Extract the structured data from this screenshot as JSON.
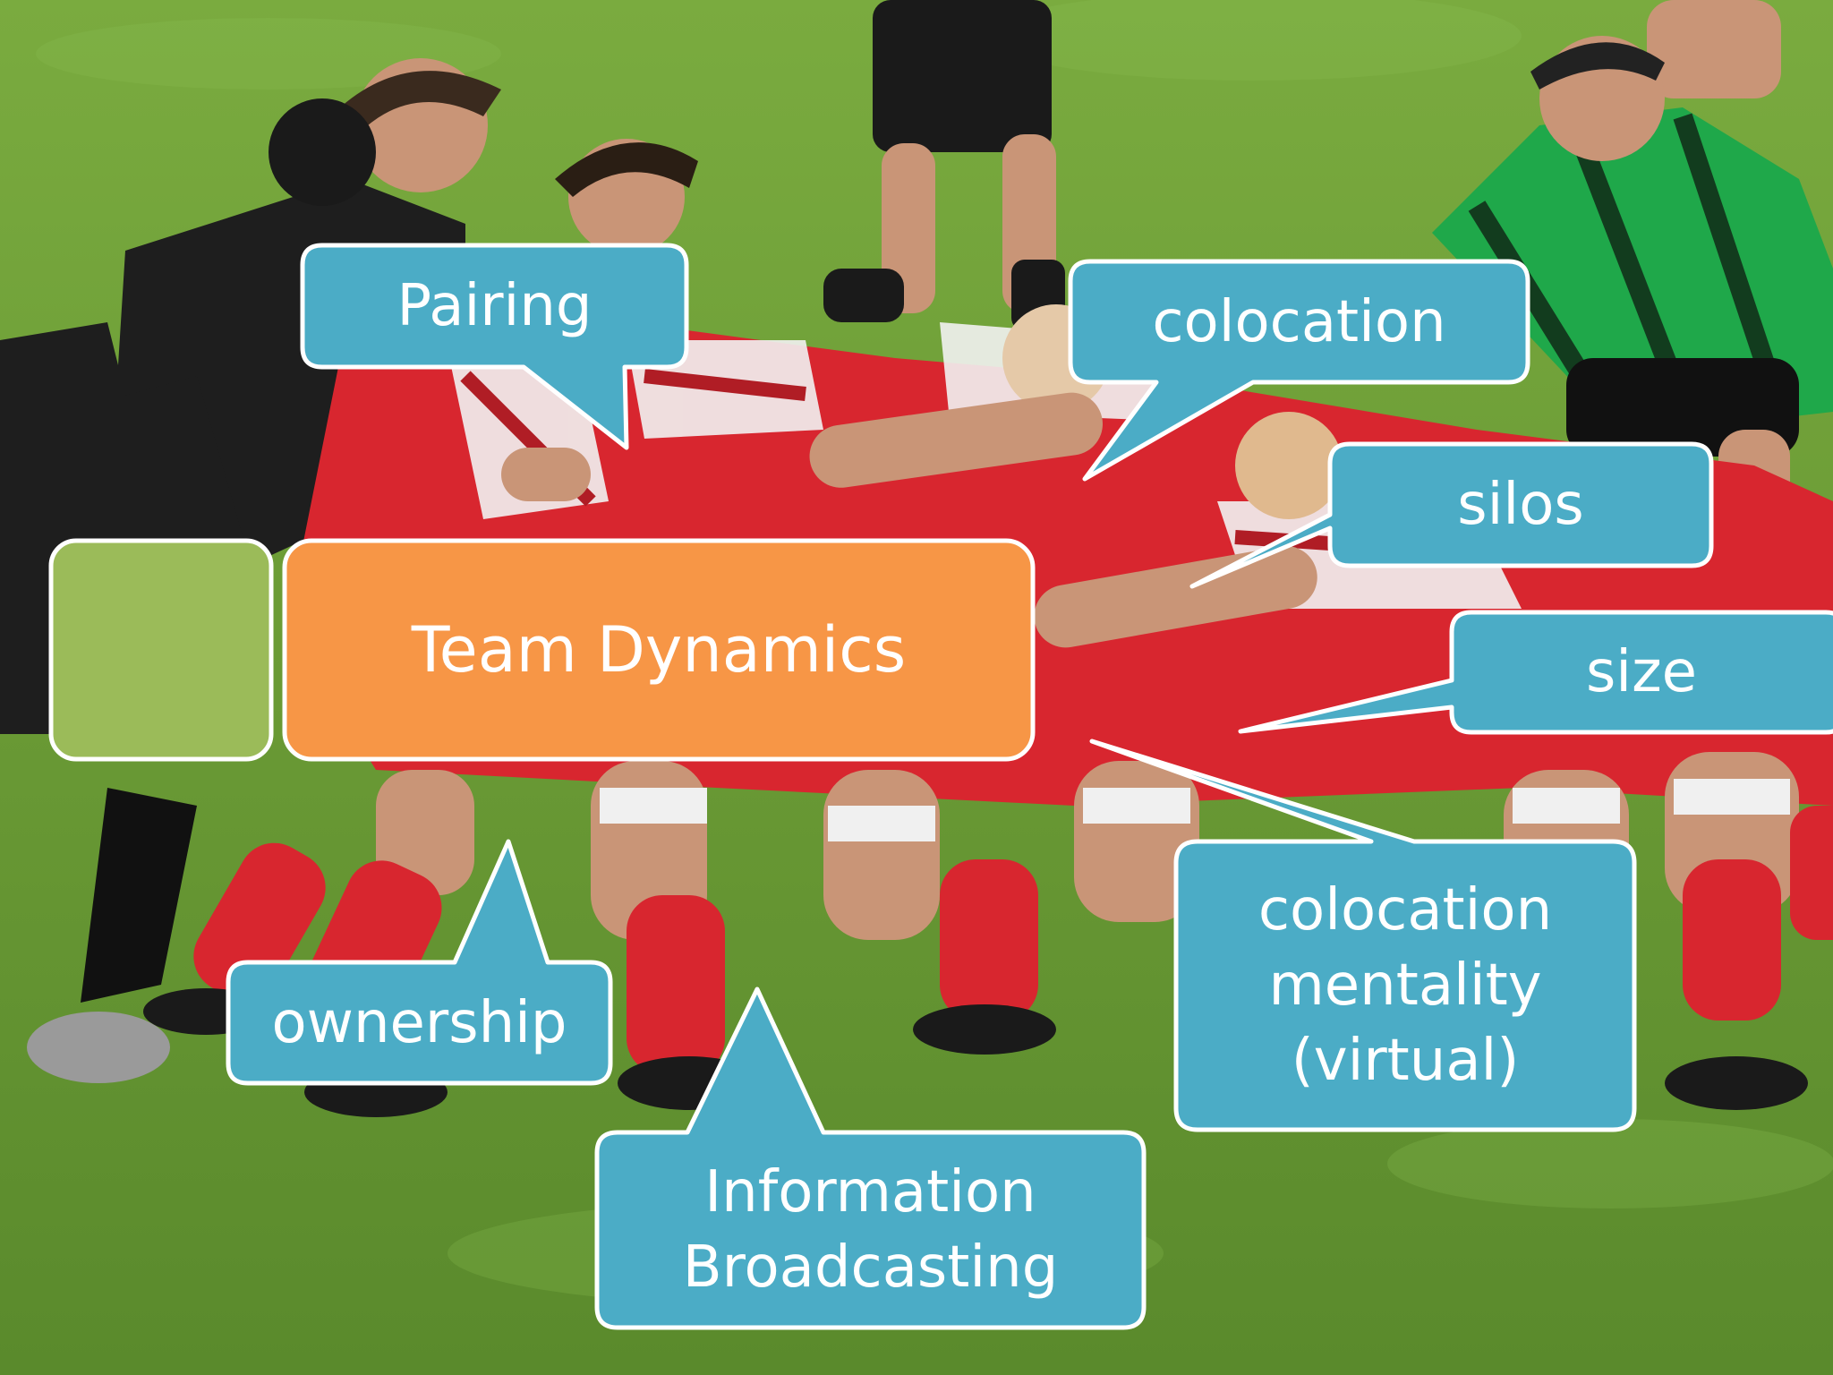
{
  "slide": {
    "title": "Team Dynamics",
    "callouts": {
      "pairing": "Pairing",
      "colocation": "colocation",
      "silos": "silos",
      "size": "size",
      "colocation_mentality": "colocation\nmentality\n(virtual)",
      "ownership": "ownership",
      "information_broadcasting": "Information\nBroadcasting"
    }
  },
  "colors": {
    "callout_fill": "#4BACC6",
    "title_fill": "#F79646",
    "accent_square": "#9BBB59",
    "field_grass": "#6E9E3A",
    "red_jersey": "#D8262F",
    "black_jersey": "#1E1E1E",
    "green_jersey": "#1FA84A"
  },
  "background_image": "rugby-scrum-photo"
}
